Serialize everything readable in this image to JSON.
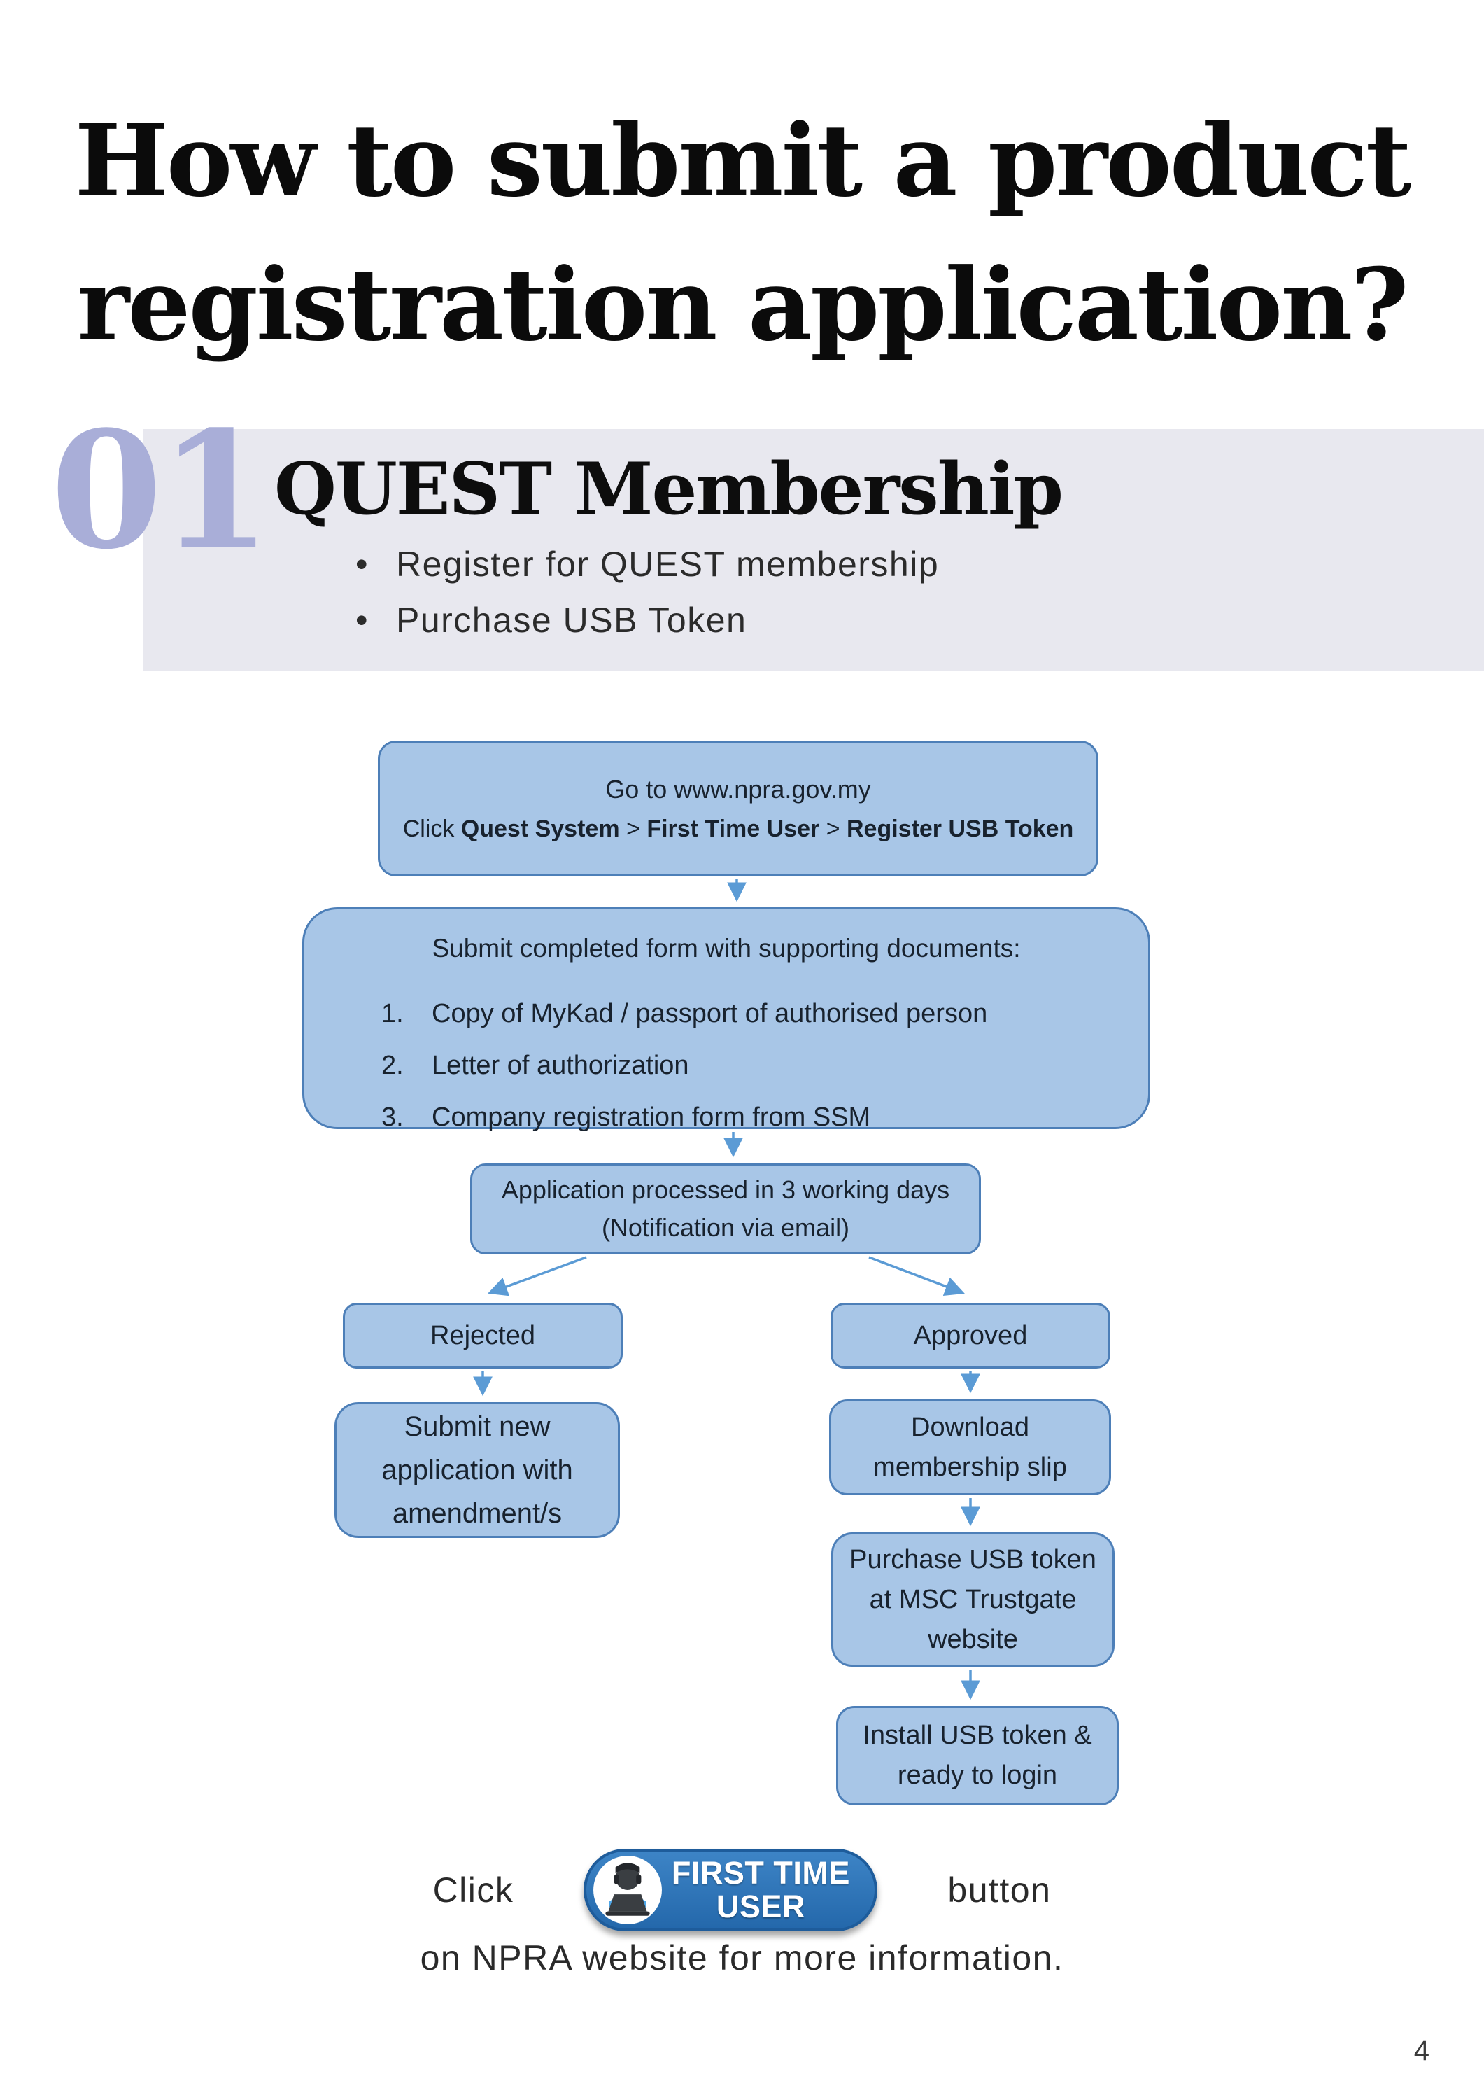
{
  "page": {
    "title_line1": "How to submit a product",
    "title_line2": "registration application?",
    "page_number": "4"
  },
  "section": {
    "number": "01",
    "title": "QUEST Membership",
    "bullets": [
      "Register for QUEST membership",
      "Purchase USB Token"
    ]
  },
  "flowchart": {
    "step1": {
      "line1": "Go to www.npra.gov.my",
      "line2_prefix": "Click ",
      "bold1": "Quest System",
      "sep1": " > ",
      "bold2": "First Time User",
      "sep2": " > ",
      "bold3": "Register USB Token"
    },
    "step2": {
      "heading": "Submit completed form with supporting documents:",
      "items": [
        {
          "num": "1.",
          "text": "Copy of MyKad / passport of authorised person"
        },
        {
          "num": "2.",
          "text": "Letter of authorization"
        },
        {
          "num": "3.",
          "text": "Company registration form from SSM"
        }
      ]
    },
    "step3": {
      "line1": "Application processed in 3 working days",
      "line2": "(Notification via email)"
    },
    "rejected": {
      "label": "Rejected"
    },
    "approved": {
      "label": "Approved"
    },
    "submit_new": {
      "lines": [
        "Submit new",
        "application with",
        "amendment/s"
      ]
    },
    "download": {
      "lines": [
        "Download",
        "membership slip"
      ]
    },
    "purchase": {
      "lines": [
        "Purchase USB token",
        "at MSC Trustgate",
        "website"
      ]
    },
    "install": {
      "lines": [
        "Install USB token &",
        "ready to login"
      ]
    }
  },
  "cta": {
    "prefix": "Click",
    "button_line1": "FIRST TIME",
    "button_line2": "USER",
    "suffix": "button",
    "line2": "on NPRA website for more information."
  },
  "colors": {
    "box_fill": "#a8c6e7",
    "box_border": "#4d7fb8",
    "arrow": "#5b9bd5",
    "accent_number": "#a9aed8",
    "section_bg": "#e8e8ef",
    "button_blue": "#2d72b4"
  }
}
